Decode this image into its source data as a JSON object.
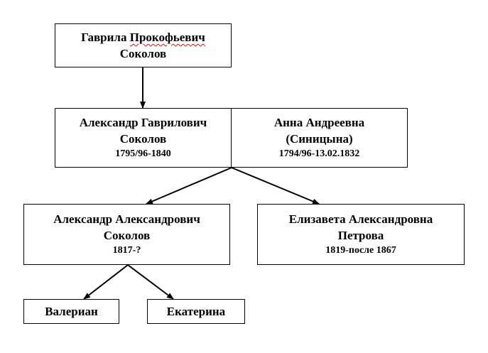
{
  "tree": {
    "root": {
      "first_name": "Гаврила",
      "patronymic": "Прокофьевич",
      "surname": "Соколов"
    },
    "couple": {
      "husband": {
        "name": "Александр Гаврилович",
        "surname": "Соколов",
        "dates": "1795/96-1840"
      },
      "wife": {
        "name": "Анна Андреевна",
        "maiden": "(Синицына)",
        "dates": "1794/96-13.02.1832"
      }
    },
    "children": [
      {
        "name": "Александр Александрович",
        "surname": "Соколов",
        "dates": "1817-?"
      },
      {
        "name": "Елизавета Александровна",
        "surname": "Петрова",
        "dates": "1819-после 1867"
      }
    ],
    "grandchildren": [
      {
        "name": "Валериан"
      },
      {
        "name": "Екатерина"
      }
    ]
  }
}
